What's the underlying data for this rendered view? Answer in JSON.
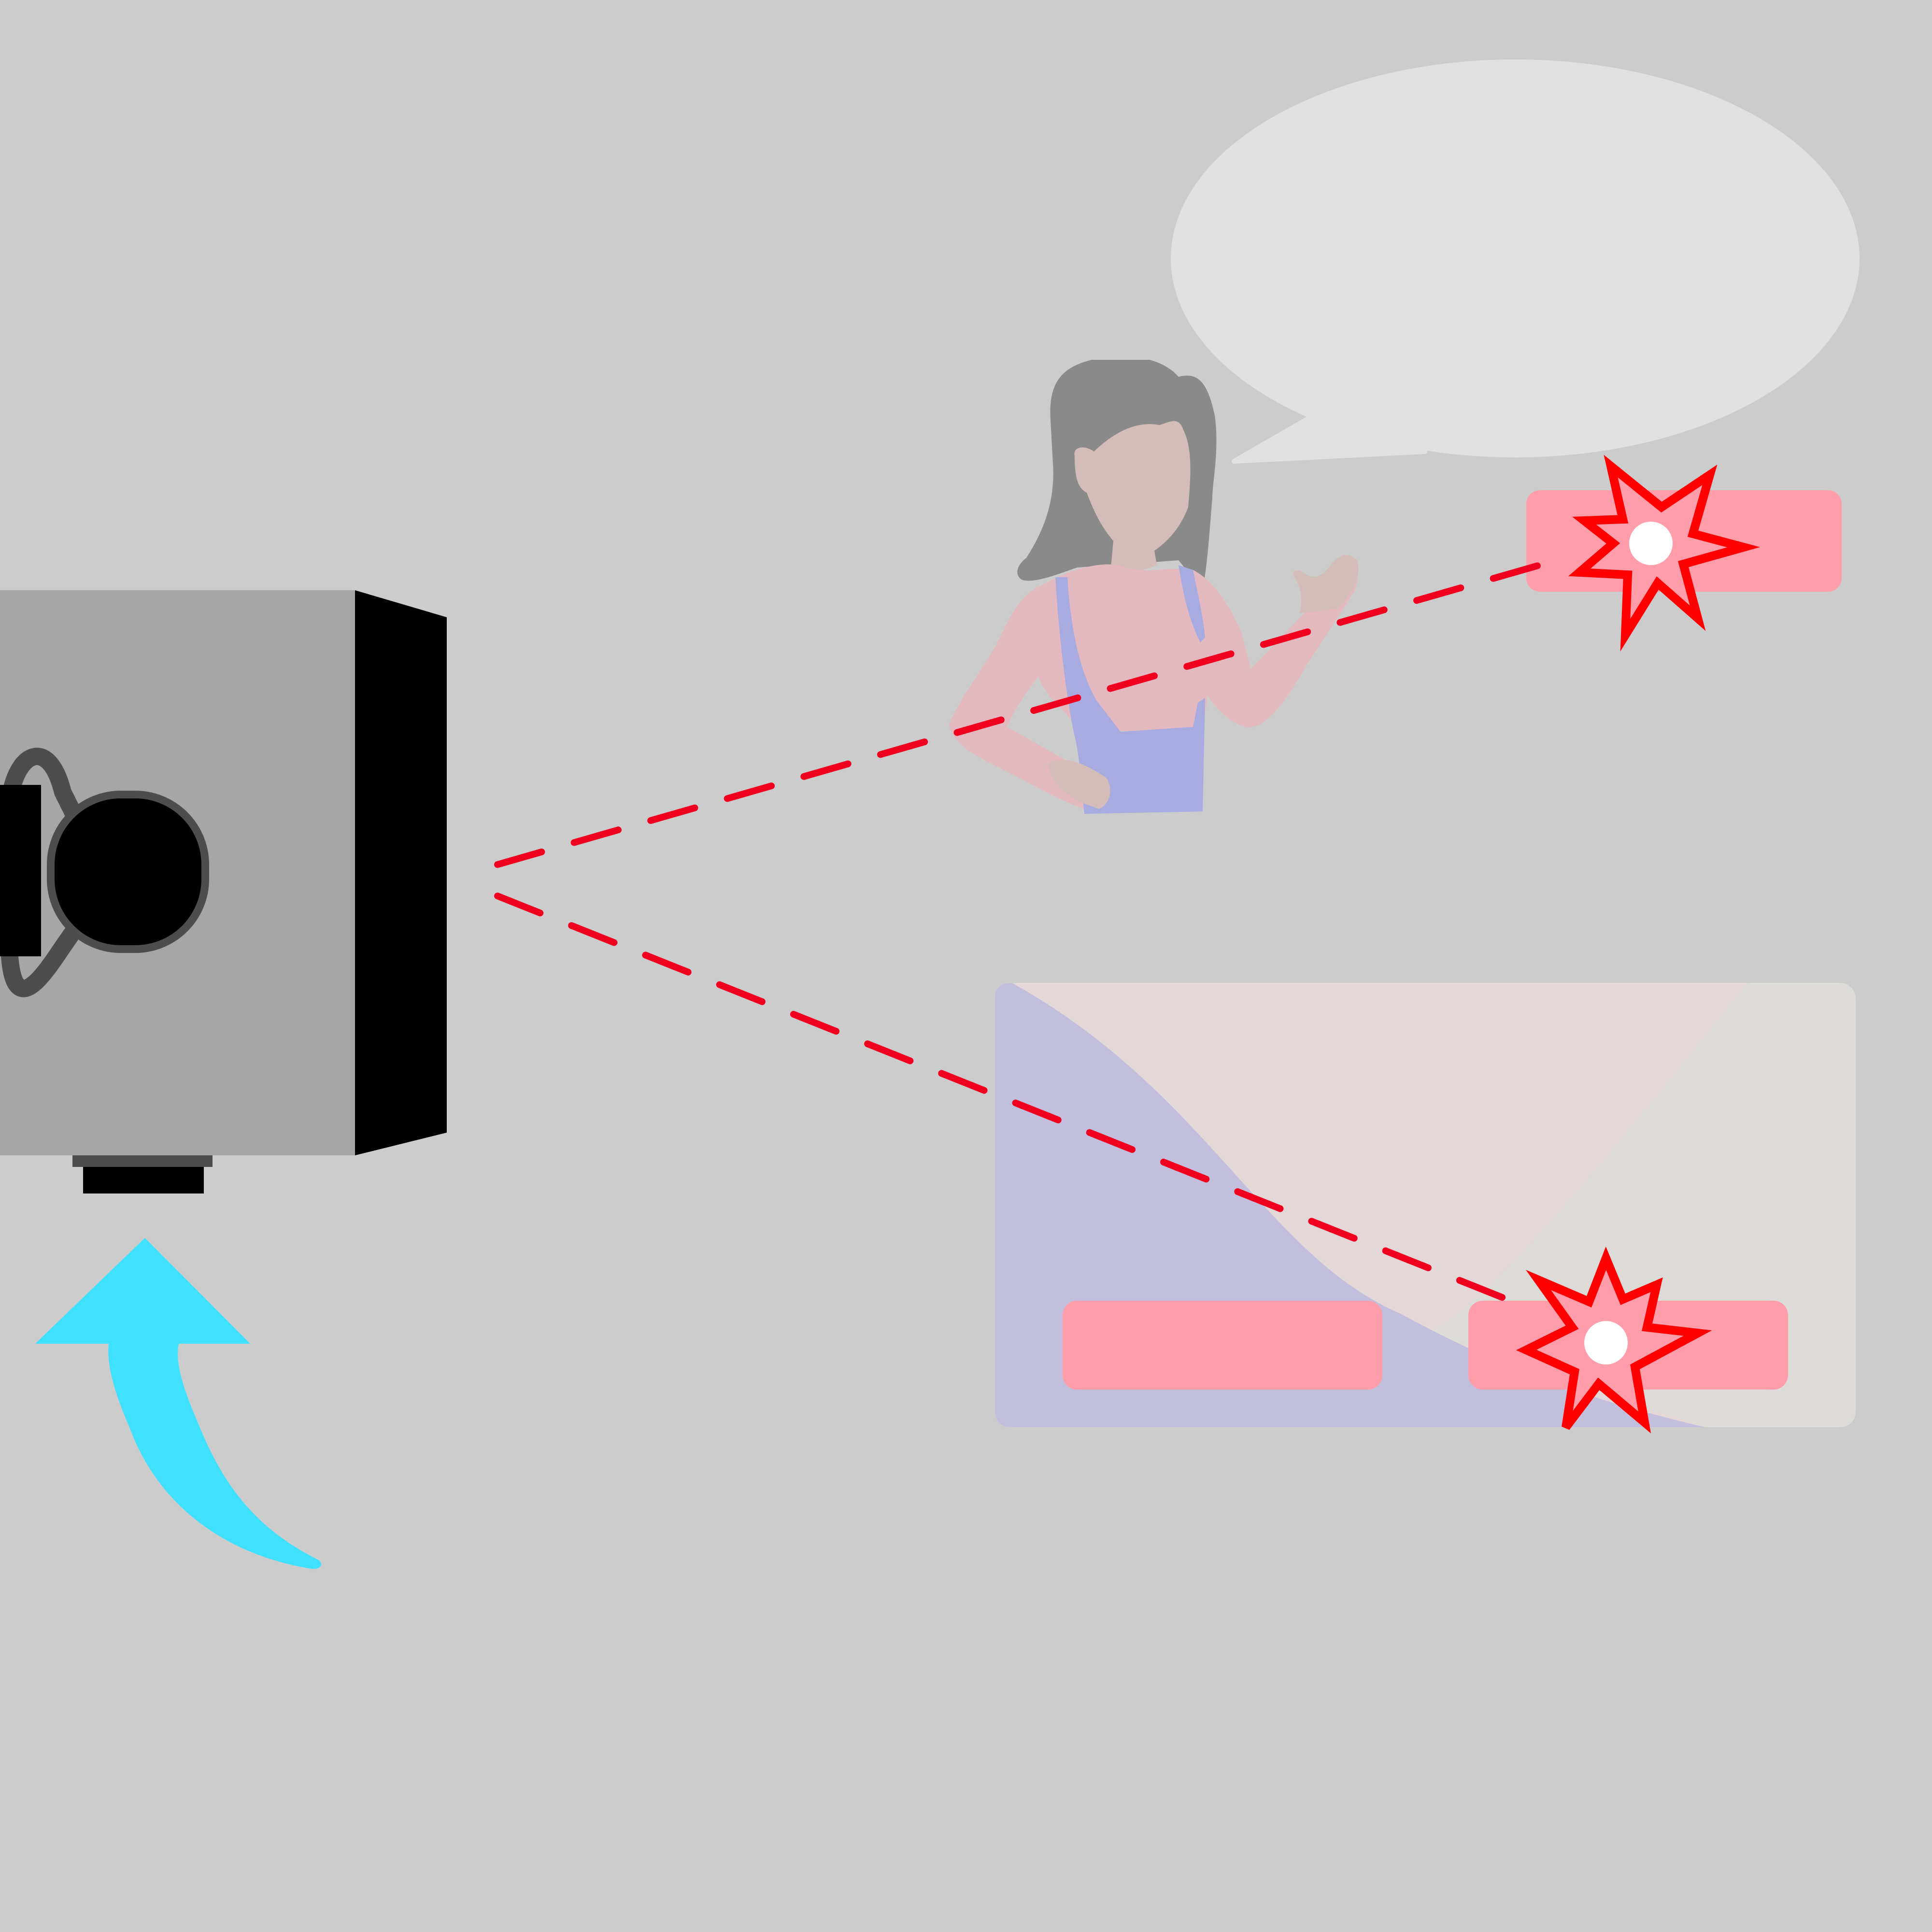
{
  "scene": {
    "background_color": "#cccccc",
    "camera": {
      "icon": "camera-icon",
      "body_color": "#a6a6a6",
      "front_color": "#000000",
      "lens_color": "#000000",
      "rim_color": "#4d4d4d"
    },
    "person": {
      "icon": "person-icon",
      "hair_color": "#8a8a8a",
      "skin_color": "#d4bdb8",
      "shirt_color": "#e3b9bf",
      "overall_color": "#a8abe0"
    },
    "speech_bubble": {
      "icon": "speech-bubble-icon",
      "color": "#e0e0e0",
      "text": ""
    },
    "top_button": {
      "color": "#ff9eaa",
      "label": ""
    },
    "dialog_panel": {
      "panel_color": "#dcdbd8",
      "wave_color_1": "#c2bfdd",
      "wave_color_2": "#e3d7d7",
      "left_button": {
        "color": "#ff9eaa",
        "label": ""
      },
      "right_button": {
        "color": "#ff9eaa",
        "label": ""
      }
    },
    "laser_beams": {
      "color": "#f0001f",
      "count": 2,
      "style": "dashed"
    },
    "impact_markers": {
      "icon": "burst-icon",
      "stroke_color": "#ff0000",
      "center_color": "#ffffff",
      "count": 2
    },
    "rotate_arrow": {
      "icon": "curved-arrow-up-icon",
      "color": "#40e0ff"
    }
  }
}
